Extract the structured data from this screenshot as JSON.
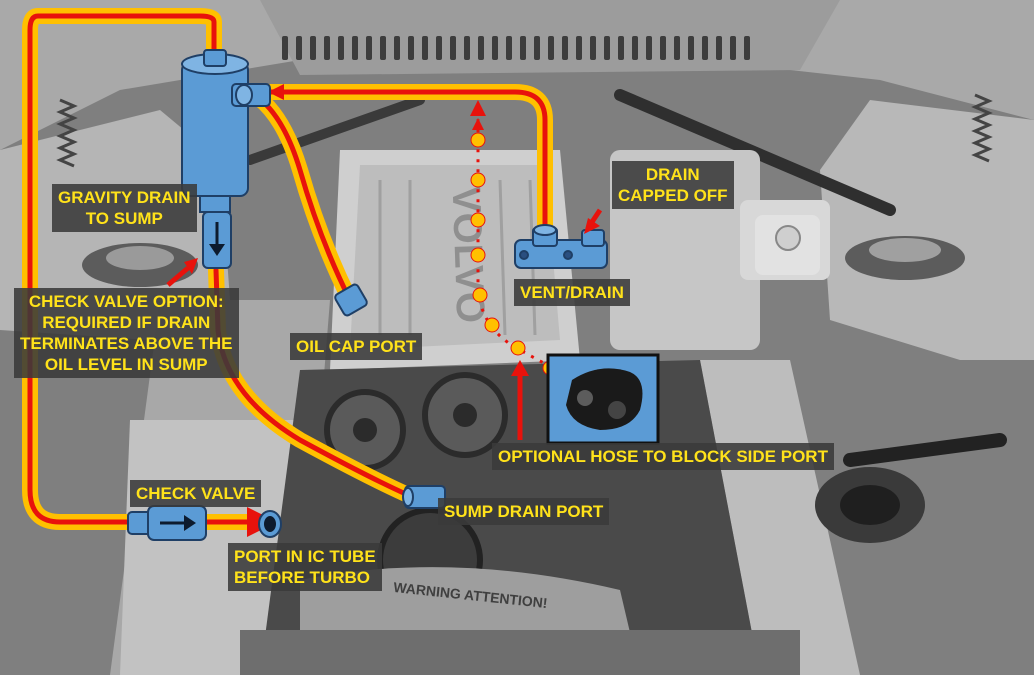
{
  "labels": {
    "gravity_drain": "GRAVITY DRAIN\nTO SUMP",
    "check_valve_option": "CHECK VALVE OPTION:\nREQUIRED IF DRAIN\nTERMINATES ABOVE THE\nOIL LEVEL IN SUMP",
    "oil_cap_port": "OIL CAP PORT",
    "drain_capped_off": "DRAIN\nCAPPED OFF",
    "vent_drain": "VENT/DRAIN",
    "optional_hose": "OPTIONAL HOSE TO BLOCK SIDE PORT",
    "check_valve": "CHECK VALVE",
    "sump_drain_port": "SUMP DRAIN PORT",
    "port_ic_tube": "PORT IN IC TUBE\nBEFORE TURBO"
  },
  "engine_marking": "VOLVO",
  "warning_plate": "WARNING ATTENTION!",
  "colors": {
    "label_text": "#ffe21a",
    "label_bg": "#3a3a3a",
    "hose_outer": "#ffc000",
    "hose_inner": "#e8120c",
    "component_blue": "#5b9bd5",
    "component_outline": "#1f3f66"
  }
}
